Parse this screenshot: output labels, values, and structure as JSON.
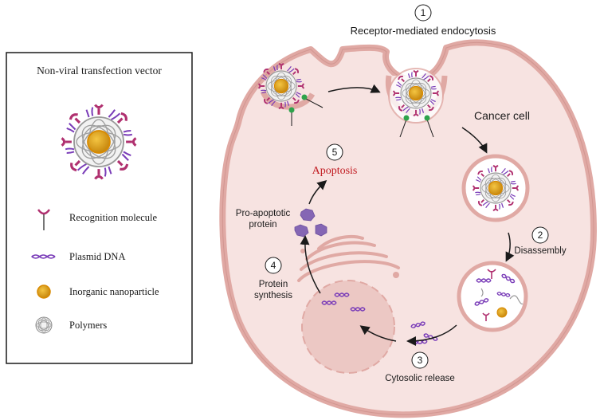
{
  "legend": {
    "title": "Non-viral transfection vector",
    "items": [
      {
        "icon": "recognition-molecule-icon",
        "label": "Recognition molecule"
      },
      {
        "icon": "plasmid-dna-icon",
        "label": "Plasmid DNA"
      },
      {
        "icon": "inorganic-nanoparticle-icon",
        "label": "Inorganic nanoparticle"
      },
      {
        "icon": "polymers-icon",
        "label": "Polymers"
      }
    ]
  },
  "cell": {
    "label": "Cancer cell"
  },
  "steps": [
    {
      "number": "1",
      "label": "Receptor-mediated endocytosis"
    },
    {
      "number": "2",
      "label": "Disassembly"
    },
    {
      "number": "3",
      "label": "Cytosolic release"
    },
    {
      "number": "4",
      "label_line1": "Protein",
      "label_line2": "synthesis"
    },
    {
      "number": "5",
      "label": "Apoptosis"
    }
  ],
  "protein": {
    "label_line1": "Pro-apoptotic",
    "label_line2": "protein"
  },
  "colors": {
    "cell_fill": "#f7e3e1",
    "cell_stroke": "#e0a9a4",
    "apoptosis_text": "#c0181e",
    "recognition": "#b0306f",
    "dna": "#7a3db8",
    "gold": "#e3a51c",
    "protein": "#8566b4"
  }
}
